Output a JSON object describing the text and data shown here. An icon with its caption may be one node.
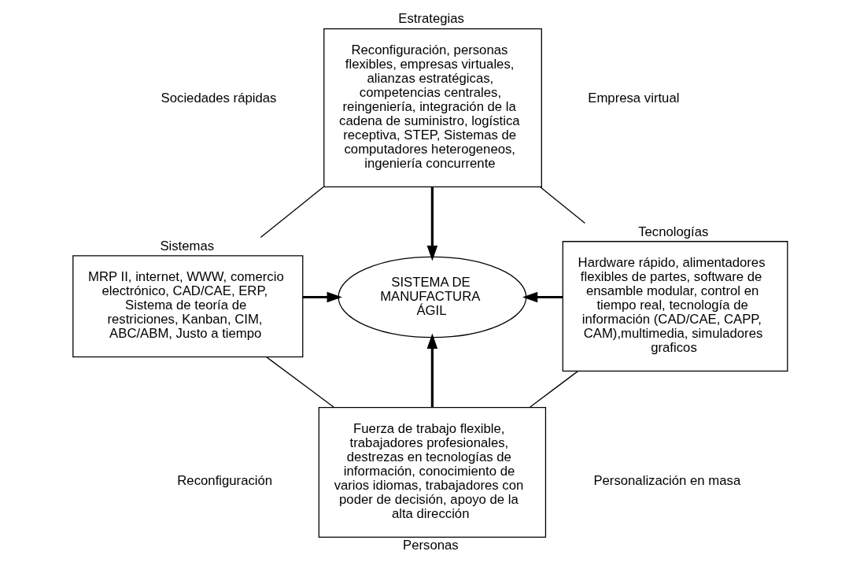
{
  "diagram": {
    "nodes": [
      {
        "text": [
          "Estrategias",
          "Reconfiguración, personas flexibles, empresas virtuales, alianzas estratégicas, competencias centrales, reingeniería, integración de la cadena de suministro, logística receptiva, STEP, Sistemas de computadores heterogeneos, ingeniería concurrente"
        ]
      },
      {
        "text": [
          "Sistemas",
          "MRP II, internet, WWW, comercio electrónico, CAD/CAE, ERP, Sistema de teoría de restriciones, Kanban, CIM, ABC/ABM, Justo a tiempo"
        ]
      },
      {
        "text": [
          "SISTEMA DE MANUFACTURA ÁGIL"
        ]
      },
      {
        "text": [
          "Tecnologías",
          "Hardware rápido, alimentadores flexibles de partes, software de ensamble modular, control en tiempo real, tecnología de información (CAD/CAE, CAPP, CAM),multimedia, simuladores graficos"
        ]
      },
      {
        "text": [
          "Fuerza de trabajo flexible, trabajadores profesionales, destrezas en tecnologías de información, conocimiento de varios idiomas, trabajadores con poder de decisión, apoyo de la alta dirección",
          "Personas"
        ]
      }
    ],
    "edges": [
      {
        "from": 0,
        "to": 2,
        "arrow": "to",
        "style": "thick"
      },
      {
        "from": 1,
        "to": 2,
        "arrow": "to",
        "style": "thick"
      },
      {
        "from": 3,
        "to": 2,
        "arrow": "to",
        "style": "thick"
      },
      {
        "from": 4,
        "to": 2,
        "arrow": "to",
        "style": "thick"
      },
      {
        "from": 1,
        "to": 0,
        "arrow": "none"
      },
      {
        "from": 0,
        "to": 3,
        "arrow": "none"
      },
      {
        "from": 1,
        "to": 4,
        "arrow": "none"
      },
      {
        "from": 4,
        "to": 3,
        "arrow": "none"
      }
    ],
    "labels": [
      "Sociedades rápidas",
      "Empresa virtual",
      "Reconfiguración",
      "Personalización en masa"
    ]
  }
}
